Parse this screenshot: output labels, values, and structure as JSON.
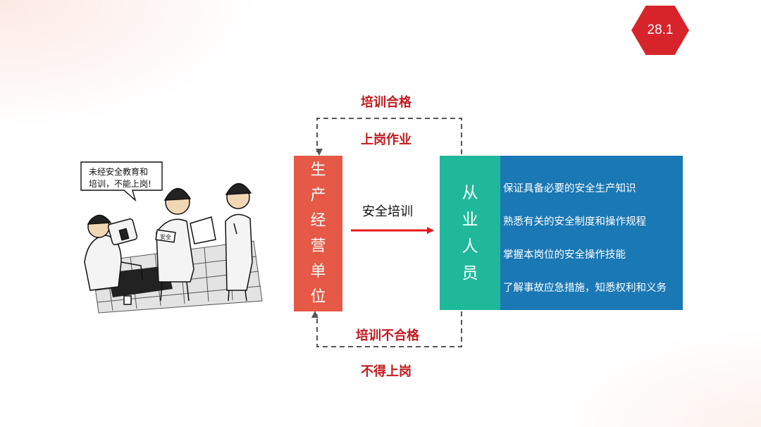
{
  "page_number": "28.1",
  "cartoon": {
    "speech_bubble": "未经安全教育和\n培训，不能上岗!",
    "badge_text": "安全"
  },
  "labels": {
    "pass_training": "培训合格",
    "on_duty": "上岗作业",
    "safety_training": "安全培训",
    "fail_training": "培训不合格",
    "no_duty": "不得上岗"
  },
  "unit_box": {
    "chars": [
      "生",
      "产",
      "经",
      "营",
      "单",
      "位"
    ]
  },
  "worker_box": {
    "chars": [
      "从",
      "业",
      "人",
      "员"
    ]
  },
  "requirements": [
    "保证具备必要的安全生产知识",
    "熟悉有关的安全制度和操作规程",
    "掌握本岗位的安全操作技能",
    "了解事故应急措施，知悉权利和义务"
  ],
  "colors": {
    "accent_red": "#d7242a",
    "unit_box": "#e55946",
    "worker_box": "#20b89b",
    "detail_box": "#1a78b5",
    "label_red": "#c01a1f"
  }
}
